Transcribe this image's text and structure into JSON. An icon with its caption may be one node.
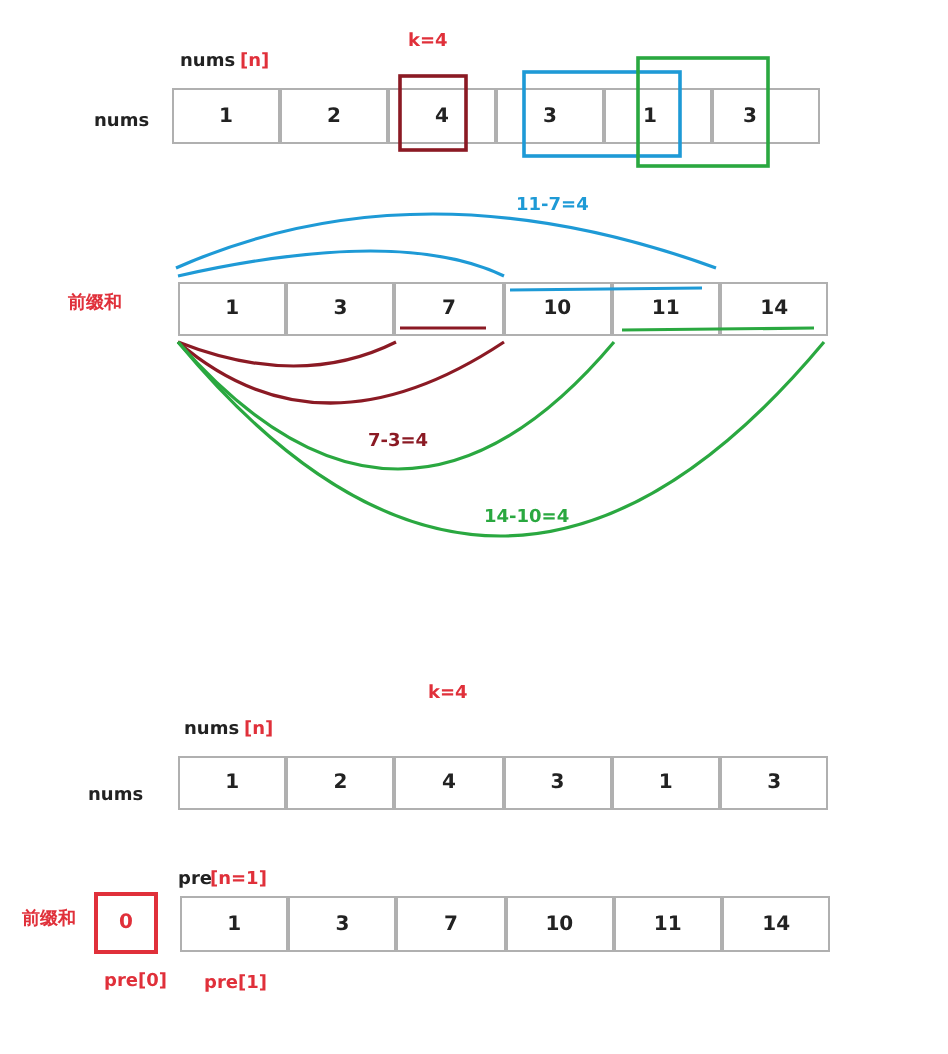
{
  "diagram": {
    "nodes": [
      {
        "text": [
          "1"
        ]
      },
      {
        "text": [
          "2"
        ]
      },
      {
        "text": [
          "4"
        ]
      },
      {
        "text": [
          "3"
        ]
      },
      {
        "text": [
          "1"
        ]
      },
      {
        "text": [
          "3"
        ]
      },
      {
        "text": [
          "1"
        ]
      },
      {
        "text": [
          "3"
        ]
      },
      {
        "text": [
          "7"
        ]
      },
      {
        "text": [
          "10"
        ]
      },
      {
        "text": [
          "11"
        ]
      },
      {
        "text": [
          "14"
        ]
      },
      {
        "text": [
          "1"
        ]
      },
      {
        "text": [
          "2"
        ]
      },
      {
        "text": [
          "4"
        ]
      },
      {
        "text": [
          "3"
        ]
      },
      {
        "text": [
          "1"
        ]
      },
      {
        "text": [
          "3"
        ]
      },
      {
        "text": [
          "0"
        ]
      },
      {
        "text": [
          "1"
        ]
      },
      {
        "text": [
          "3"
        ]
      },
      {
        "text": [
          "7"
        ]
      },
      {
        "text": [
          "10"
        ]
      },
      {
        "text": [
          "11"
        ]
      },
      {
        "text": [
          "14"
        ]
      }
    ],
    "labels": [
      "k=4",
      "nums",
      "[n]",
      "nums",
      "11-7=4",
      "前缀和",
      "7-3=4",
      "14-10=4",
      "nums",
      "[n]",
      "k=4",
      "nums",
      "pre",
      "[n=1]",
      "前缀和",
      "pre[0]",
      "pre[1]"
    ]
  }
}
